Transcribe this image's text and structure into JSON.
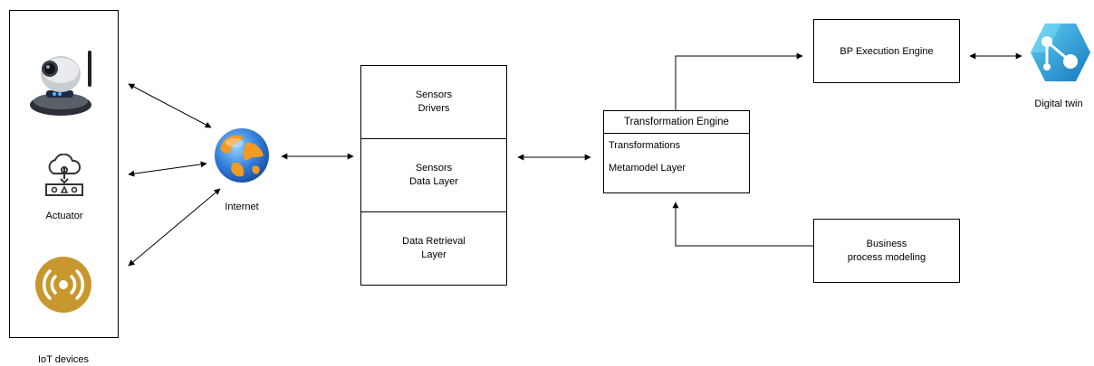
{
  "iot": {
    "caption": "IoT devices",
    "actuator_label": "Actuator",
    "devices": [
      {
        "icon": "camera-icon"
      },
      {
        "icon": "actuator-icon"
      },
      {
        "icon": "sensor-signal-icon"
      }
    ]
  },
  "internet": {
    "label": "Internet",
    "icon": "globe-icon"
  },
  "stack": {
    "layers": [
      {
        "label": "Sensors\nDrivers"
      },
      {
        "label": "Sensors\nData Layer"
      },
      {
        "label": "Data Retrieval\nLayer"
      }
    ]
  },
  "transformation_engine": {
    "title": "Transformation Engine",
    "items": [
      "Transformations",
      "Metamodel Layer"
    ]
  },
  "bp_engine": {
    "label": "BP Execution Engine"
  },
  "business": {
    "label": "Business\nprocess modeling"
  },
  "digital_twin": {
    "label": "Digital twin",
    "icon": "digital-twin-icon"
  },
  "colors": {
    "line": "#000000",
    "sensor_gold": "#C8972E",
    "globe_blue": "#2F7BD8",
    "globe_orange": "#F29A22",
    "twin_blue": "#2AA3D6"
  }
}
